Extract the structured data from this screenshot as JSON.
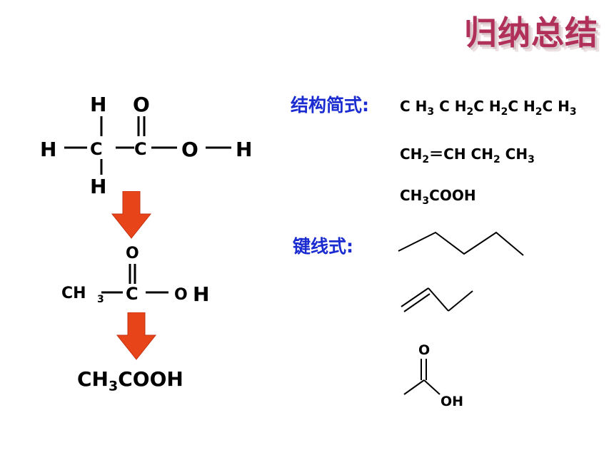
{
  "title": "归纳总结",
  "labels": {
    "condensed": "结构简式:",
    "skeletal": "键线式:"
  },
  "structural": {
    "h_top": "H",
    "o_top": "O",
    "h_left": "H",
    "c1": "C",
    "c2": "C",
    "o_right": "O",
    "h_right": "H",
    "h_bottom": "H"
  },
  "intermediate": {
    "o_top": "O",
    "ch": "CH",
    "sub3": "3",
    "c": "C",
    "o": "O",
    "h": "H"
  },
  "final": {
    "ch": "CH",
    "sub3": "3",
    "cooh": "COOH"
  },
  "condensed_formulas": {
    "f1": {
      "c1": "C H",
      "s1": "3",
      "c2": " C H",
      "s2": "2",
      "c3": "C H",
      "s3": "2",
      "c4": "C H",
      "s4": "2",
      "c5": "C H",
      "s5": "3"
    },
    "f2": {
      "a": "CH",
      "s1": "2",
      "eq": "＝",
      "b": "CH CH",
      "s2": "2",
      "c": " CH",
      "s3": "3"
    },
    "f3": {
      "a": "CH",
      "s1": "3",
      "b": "COOH"
    }
  },
  "skeletal_labels": {
    "o": "O",
    "oh": "OH"
  },
  "colors": {
    "label": "#1a2bd0",
    "arrow": "#e8441a",
    "title": "#b0305a"
  }
}
